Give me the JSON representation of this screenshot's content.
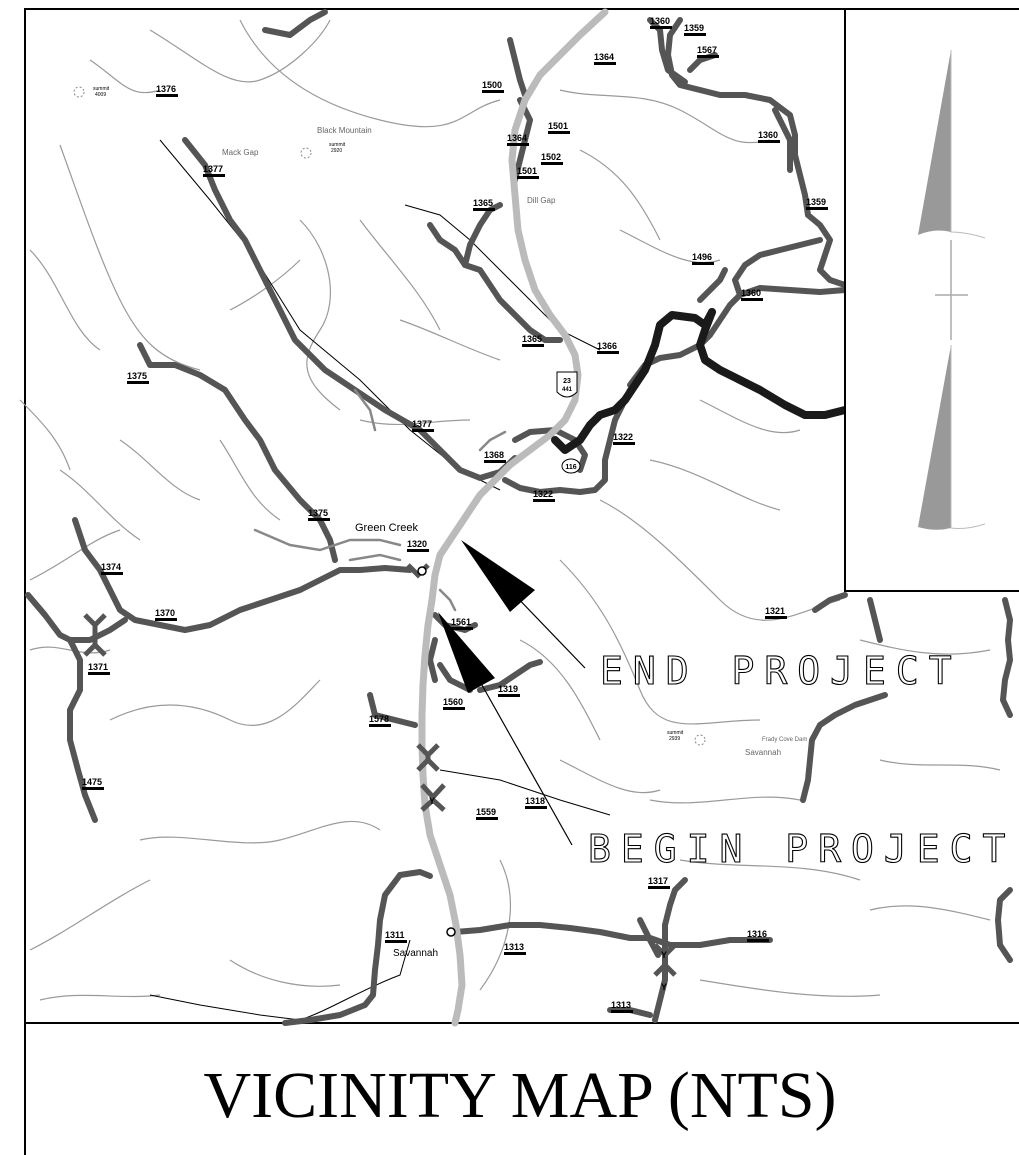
{
  "title": "VICINITY MAP (NTS)",
  "callouts": {
    "end": "END PROJECT",
    "begin": "BEGIN PROJECT"
  },
  "places": {
    "green_creek": "Green Creek",
    "savannah": "Savannah",
    "black_mountain": "Black Mountain",
    "mack_gap": "Mack Gap",
    "dill_gap": "Dill Gap",
    "frady_cove_dam": "Frady Cove Dam",
    "savannah_creek": "Savannah",
    "summit_4009": [
      "summit",
      "4009"
    ],
    "summit_2920": [
      "summit",
      "2920"
    ],
    "summit_2939": [
      "summit",
      "2939"
    ]
  },
  "shield": {
    "top": "23",
    "bottom": "441"
  },
  "shield_116": "116",
  "road_numbers": {
    "r1376": "1376",
    "r1377a": "1377",
    "r1377b": "1377",
    "r1375a": "1375",
    "r1375b": "1375",
    "r1374": "1374",
    "r1370": "1370",
    "r1371": "1371",
    "r1475": "1475",
    "r1578": "1578",
    "r1560": "1560",
    "r1561": "1561",
    "r1319": "1319",
    "r1318": "1318",
    "r1559": "1559",
    "r1311": "1311",
    "r1313a": "1313",
    "r1313b": "1313",
    "r1317": "1317",
    "r1316": "1316",
    "r1320": "1320",
    "r1322a": "1322",
    "r1322b": "1322",
    "r1368": "1368",
    "r1365a": "1365",
    "r1365b": "1365",
    "r1366": "1366",
    "r1360a": "1360",
    "r1360b": "1360",
    "r1360c": "1360",
    "r1359a": "1359",
    "r1359b": "1359",
    "r1567": "1567",
    "r1364a": "1364",
    "r1364b": "1364",
    "r1500": "1500",
    "r1501a": "1501",
    "r1501b": "1501",
    "r1502": "1502",
    "r1496": "1496",
    "r1321": "1321"
  }
}
